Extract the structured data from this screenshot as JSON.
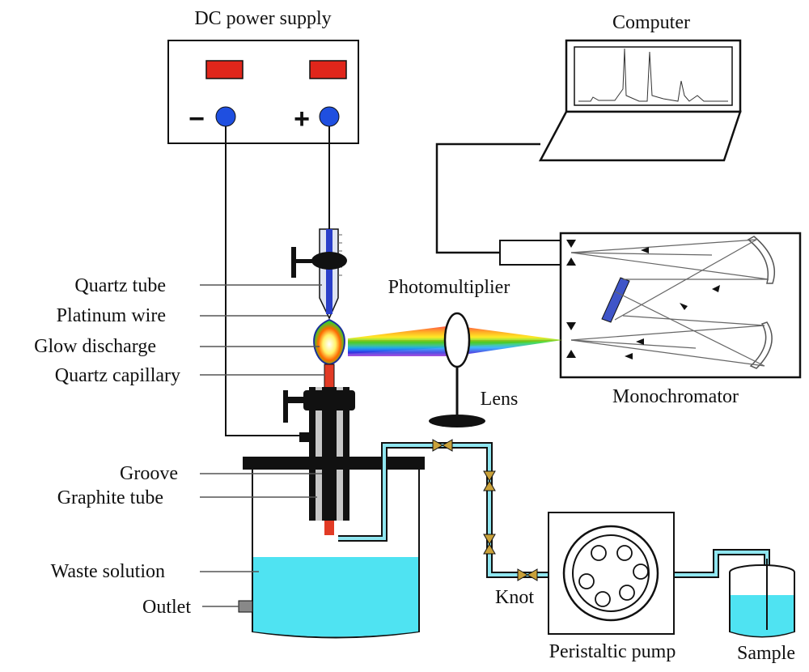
{
  "colors": {
    "line": "#111111",
    "terminal_blue": "#1f4fe0",
    "indicator_red": "#e0261b",
    "solution_cyan": "#4fe3f2",
    "tube_cyan": "#8fe6f0",
    "grating_blue": "#3f55c8",
    "knot_gold": "#c9a13a"
  },
  "labels": {
    "power_supply": "DC power supply",
    "minus": "−",
    "plus": "+",
    "computer": "Computer",
    "photomultiplier": "Photomultiplier",
    "monochromator": "Monochromator",
    "lens": "Lens",
    "quartz_tube": "Quartz tube",
    "platinum_wire": "Platinum wire",
    "glow_discharge": "Glow discharge",
    "quartz_capillary": "Quartz capillary",
    "groove": "Groove",
    "graphite_tube": "Graphite tube",
    "waste_solution": "Waste solution",
    "outlet": "Outlet",
    "knot": "Knot",
    "peristaltic_pump": "Peristaltic pump",
    "sample": "Sample"
  },
  "icons": {
    "computer": "laptop-icon",
    "pump": "peristaltic-pump-icon",
    "lens": "lens-icon",
    "beaker": "beaker-icon"
  }
}
